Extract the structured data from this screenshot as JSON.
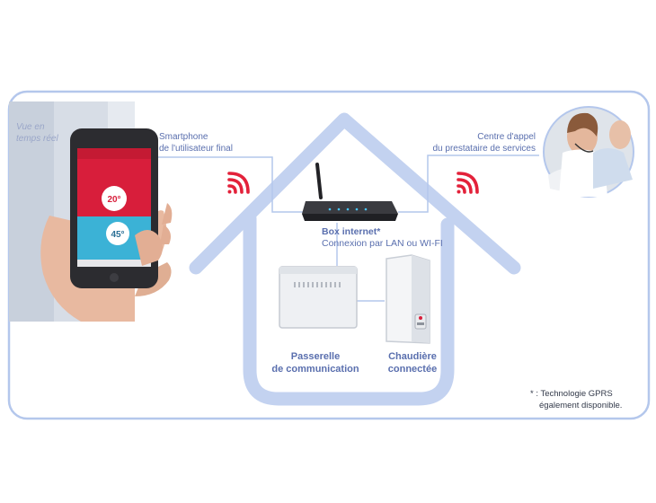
{
  "labels": {
    "realtime_line1": "Vue en",
    "realtime_line2": "temps réel",
    "smartphone_line1": "Smartphone",
    "smartphone_line2": "de l'utilisateur final",
    "callcenter_line1": "Centre d'appel",
    "callcenter_line2": "du prestataire de services",
    "box_title": "Box internet*",
    "box_subtitle": "Connexion par LAN ou WI-FI",
    "gateway_line1": "Passerelle",
    "gateway_line2": "de communication",
    "boiler_line1": "Chaudière",
    "boiler_line2": "connectée",
    "footnote_line1": "* : Technologie GPRS",
    "footnote_line2": "également disponible."
  },
  "phone_screen": {
    "temp_room": "20°",
    "temp_water": "45°"
  },
  "colors": {
    "frame": "#b4c7ec",
    "house": "#c3d2f0",
    "text_blue": "#5a6fae",
    "wifi_red": "#e3213a",
    "app_red": "#d81e3b"
  }
}
